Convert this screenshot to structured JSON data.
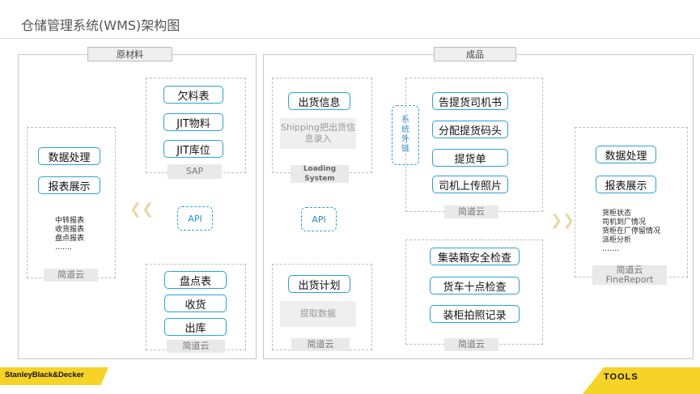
{
  "title": "仓储管理系统(WMS)架构图",
  "raw": {
    "header": "原材料",
    "sap_items": [
      "欠料表",
      "JIT物料",
      "JIT库位"
    ],
    "sap_label": "SAP",
    "api_label": "API",
    "left_cloud": {
      "buttons": [
        "数据处理",
        "报表展示"
      ],
      "list": [
        "中转报表",
        "收货报表",
        "盘点报表",
        "……."
      ],
      "footer": "简道云"
    },
    "bottom_items": [
      "盘点表",
      "收货",
      "出库"
    ],
    "bottom_footer": "简道云"
  },
  "finished": {
    "header": "成品",
    "loading": {
      "button": "出货信息",
      "note": "Shipping把出货信息录入",
      "label": "Loading System"
    },
    "api_label": "API",
    "plan": {
      "button": "出货计划",
      "note": "提取数据",
      "footer": "简道云"
    },
    "external_link": "系统外链",
    "top_group": {
      "items": [
        "告提货司机书",
        "分配提货码头",
        "提货单",
        "司机上传照片"
      ],
      "footer": "简道云"
    },
    "bottom_group": {
      "items": [
        "集装箱安全检查",
        "货车十点检查",
        "装柜拍照记录"
      ],
      "footer": "简道云"
    },
    "right_cloud": {
      "buttons": [
        "数据处理",
        "报表展示"
      ],
      "list": [
        "货柜状态",
        "司机到厂情况",
        "货柜在厂停留情况",
        "派柜分析",
        "……."
      ],
      "footer": "简道云 FineReport"
    }
  },
  "brand": {
    "left": "StanleyBlack&Decker",
    "right": "TOOLS"
  },
  "colors": {
    "accent": "#29a3d6",
    "brand_yellow": "#f5d327"
  }
}
